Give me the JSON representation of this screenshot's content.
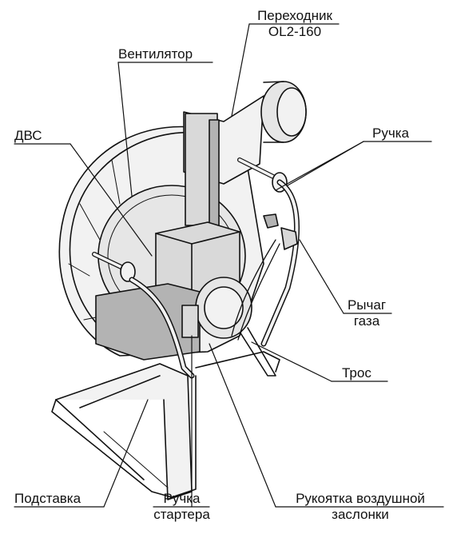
{
  "labels": {
    "adapter_line1": "Переходник",
    "adapter_line2": "OL2-160",
    "fan": "Вентилятор",
    "engine": "ДВС",
    "handle": "Ручка",
    "throttle_line1": "Рычаг",
    "throttle_line2": "газа",
    "cable": "Трос",
    "stand": "Подставка",
    "starter_line1": "Ручка",
    "starter_line2": "стартера",
    "choke_line1": "Рукоятка воздушной",
    "choke_line2": "заслонки"
  },
  "colors": {
    "line": "#111111",
    "fill_light": "#f2f2f2",
    "fill_mid": "#d9d9d9",
    "fill_dark": "#b3b3b3",
    "background": "#ffffff"
  }
}
